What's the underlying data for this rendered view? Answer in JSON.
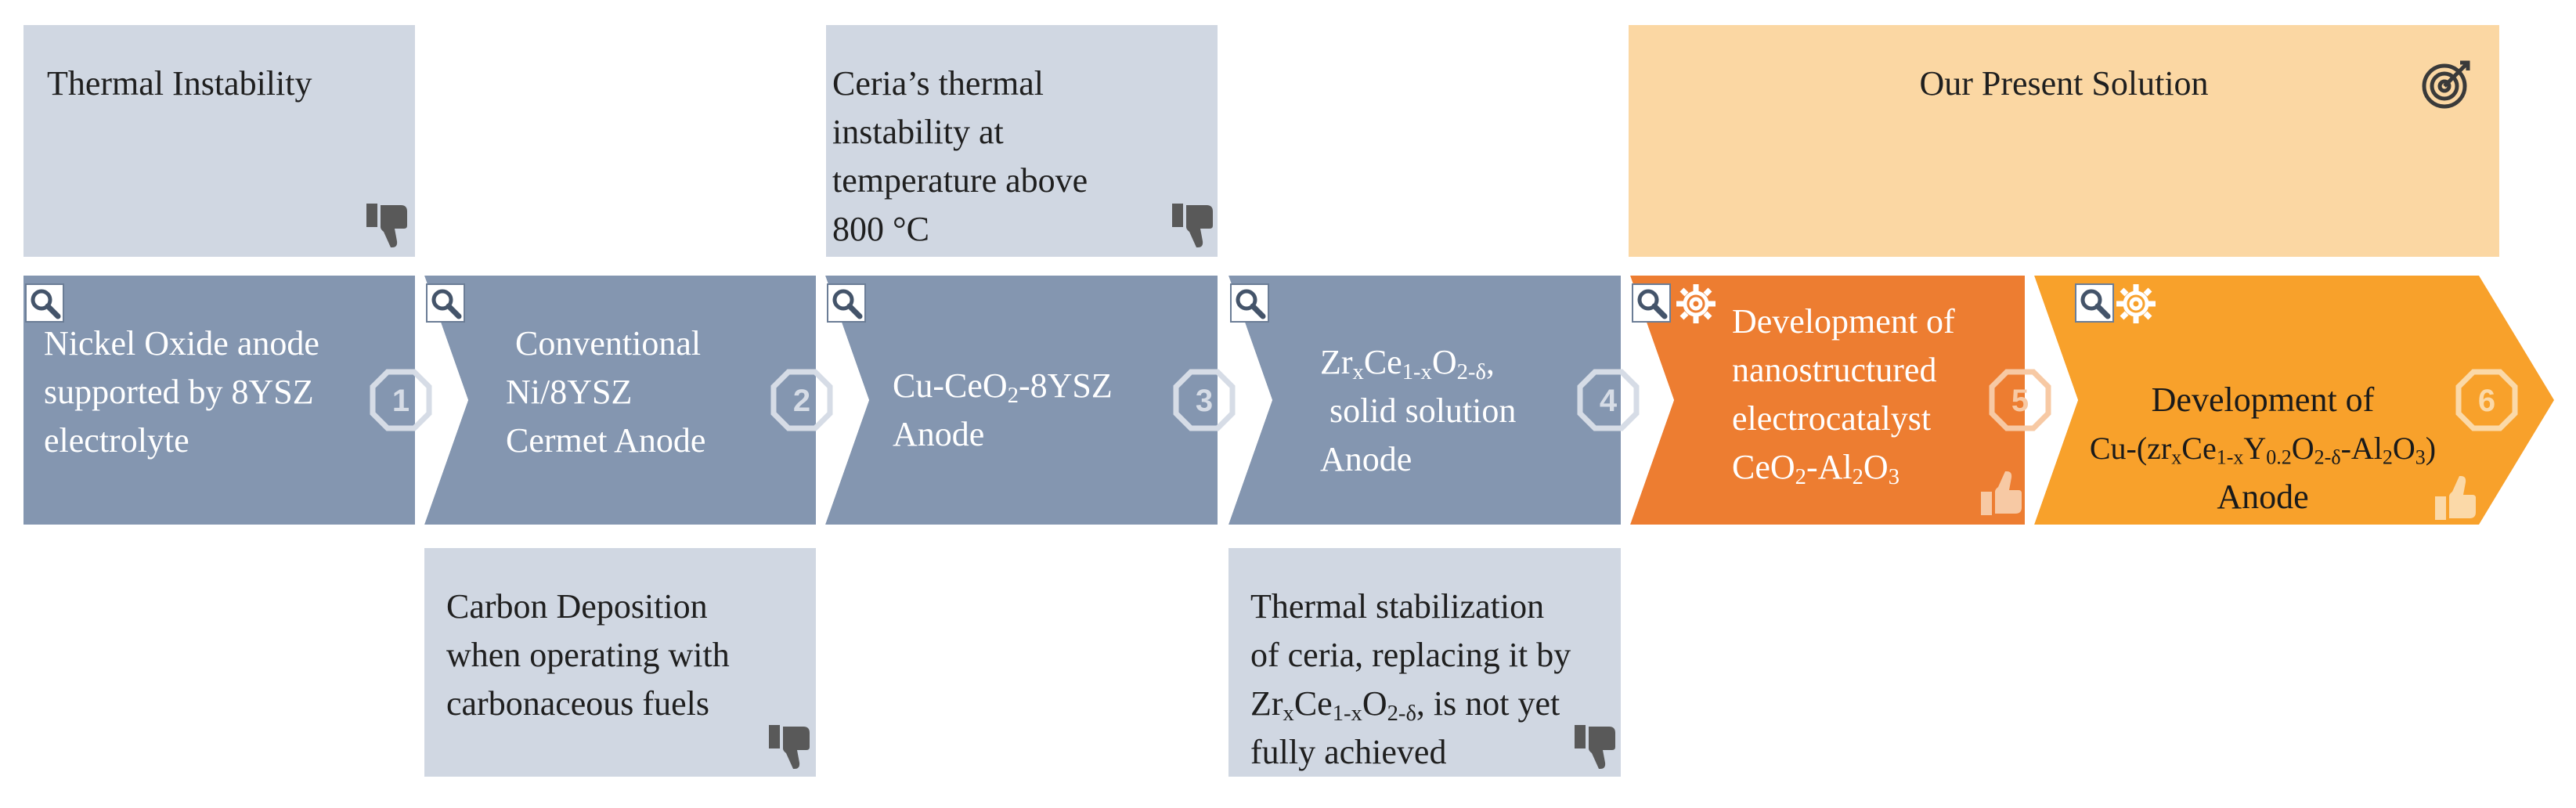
{
  "top_boxes": [
    {
      "id": "thermal",
      "lines": [
        "Thermal Instability"
      ]
    },
    {
      "id": "ceria",
      "lines": [
        "Ceria’s thermal",
        "instability at",
        "temperature above",
        "800 °C"
      ]
    },
    {
      "id": "goal",
      "title": "Our Present Solution"
    }
  ],
  "bottom_boxes": [
    {
      "id": "carbon",
      "lines": [
        "Carbon Deposition",
        "when operating with",
        "carbonaceous fuels"
      ]
    },
    {
      "id": "stabilization",
      "line1": "Thermal stabilization",
      "line2": "of ceria, replacing it by",
      "formula": {
        "a": "Zr",
        "b": "x",
        "c": "Ce",
        "d": "1-x",
        "e": "O",
        "f": "2-δ",
        "tail": ", is not yet"
      },
      "line4": "fully achieved"
    }
  ],
  "steps": [
    {
      "number": "1",
      "lines": [
        "Nickel Oxide anode",
        "supported by 8YSZ",
        "electrolyte"
      ]
    },
    {
      "number": "2",
      "lines": [
        "Conventional",
        "Ni/8YSZ",
        "Cermet Anode"
      ]
    },
    {
      "number": "3",
      "pre": "Cu-CeO",
      "sub": "2",
      "post": "-8YSZ",
      "line2": "Anode"
    },
    {
      "number": "4",
      "f": {
        "a": "Zr",
        "b": "x",
        "c": "Ce",
        "d": "1-x",
        "e": "O",
        "f": "2-δ",
        "tail": ","
      },
      "line2": "solid solution",
      "line3": "Anode"
    },
    {
      "number": "5",
      "lines": [
        "Development of",
        "nanostructured",
        "electrocatalyst"
      ],
      "formula": {
        "a": "CeO",
        "b": "2",
        "c": "-Al",
        "d": "2",
        "e": "O",
        "f": "3"
      }
    },
    {
      "number": "6",
      "line1": "Development of",
      "formula": {
        "a": "Cu-(zr",
        "b": "x",
        "c": "Ce",
        "d": "1-x",
        "e": "Y",
        "f": "0.2",
        "g": "O",
        "h": "2-δ",
        "i": "-Al",
        "j": "2",
        "k": "O",
        "l": "3",
        "m": ")"
      },
      "line3": "Anode"
    }
  ],
  "colors": {
    "top_box": "#d0d7e2",
    "goal_box": "#fbd7a3",
    "step": "#8496b0",
    "step5": "#ed7d31",
    "step6": "#f8a12b",
    "icon": "#595959"
  },
  "icons": {
    "problem": "thumbs-down-icon",
    "advantage": "thumbs-up-icon",
    "review": "magnifier-icon",
    "settings": "gear-icon",
    "goal": "target-icon"
  }
}
